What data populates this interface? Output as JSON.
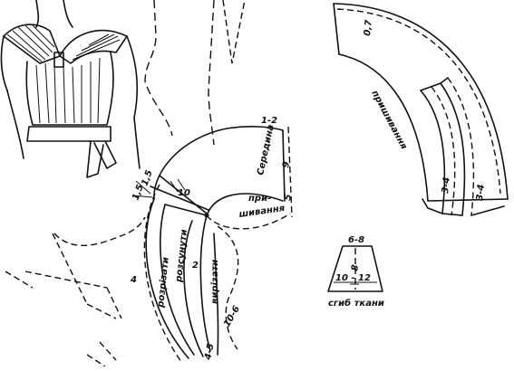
{
  "labels": {
    "seredyna": "Середина",
    "pryshyvannya_collar": "при-",
    "pryshyvannya_collar2": "шивання",
    "pryshyvannya_right": "пришивання",
    "rozrizaty": "розрізати",
    "rozsunuty": "розсунути",
    "vyrizaty": "вирізати",
    "sgyb_tkany": "сгиб ткани"
  },
  "measurements": {
    "m_1_2": "1-2",
    "m_9": "9",
    "m_5": "5",
    "m_10": "10",
    "m_1_5a": "1,5",
    "m_1_5b": "1,5",
    "m_4": "4",
    "m_2": "2",
    "m_10_6": "10-6",
    "m_4_5": "4-5",
    "m_0_7": "0,7",
    "m_3_4a": "3-4",
    "m_3_4b": "3-4",
    "m_6_8": "6-8",
    "m_8": "8",
    "m_10_12": "10 - 12"
  }
}
